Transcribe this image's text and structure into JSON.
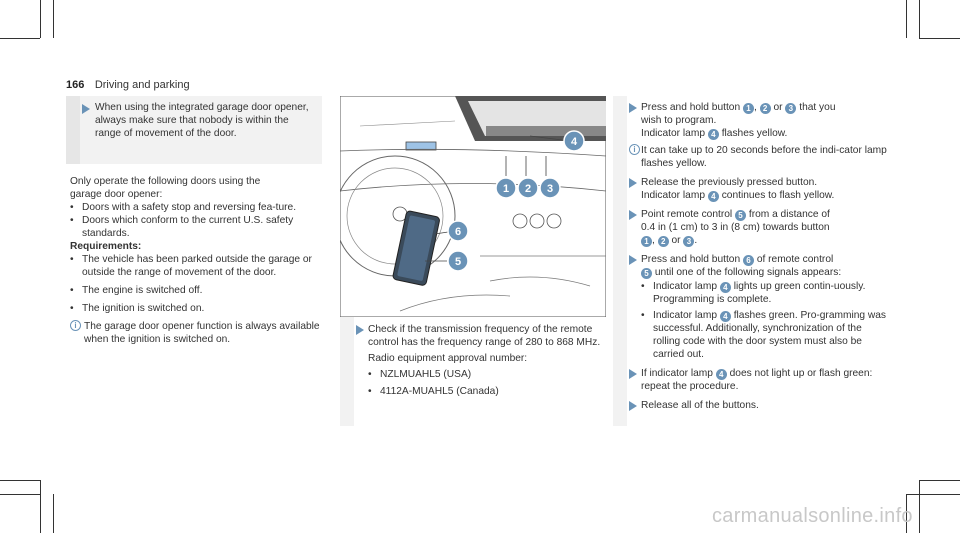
{
  "header": {
    "page_number": "166",
    "section_title": "Driving and parking"
  },
  "col1": {
    "warning_text": "When using the integrated garage door opener, always make sure that nobody is within the range of movement of the door.",
    "intro_line1": "Only operate the following doors using the",
    "intro_line2": "garage door opener:",
    "bullets": [
      "Doors with a safety stop and reversing fea-ture.",
      "Doors which conform to the current U.S. safety standards."
    ],
    "req_heading": "Requirements:",
    "req_bullets": [
      "The vehicle has been parked outside the garage or outside the range of movement of the door.",
      "The engine is switched off.",
      "The ignition is switched on."
    ],
    "note": "The garage door opener function is always available when the ignition is switched on."
  },
  "col2": {
    "step_check": "Check if the transmission frequency of the remote control has the frequency range of 280 to 868 MHz.",
    "radio_label": "Radio equipment approval number:",
    "radio_items": [
      "NZLMUAHL5 (USA)",
      "4112A-MUAHL5 (Canada)"
    ]
  },
  "col3": {
    "s1a": "Press and hold button",
    "s1b": "or",
    "s1c": "that you",
    "s1d": "wish to program.",
    "s1e": "Indicator lamp",
    "s1f": "flashes yellow.",
    "note1": "It can take up to 20 seconds before the indi-cator lamp flashes yellow.",
    "s2a": "Release the previously pressed button.",
    "s2b": "Indicator lamp",
    "s2c": "continues to flash yellow.",
    "s3a": "Point remote control",
    "s3b": "from a distance of",
    "s3c": "0.4 in (1 cm) to 3 in (8 cm) towards button",
    "s3d": "or",
    "s4a": "Press and hold button",
    "s4b": "of remote control",
    "s4c": "until one of the following signals appears:",
    "s4d1": "Indicator lamp",
    "s4d2": "lights up green contin-uously. Programming is complete.",
    "s4e1": "Indicator lamp",
    "s4e2": "flashes green. Pro-gramming was successful. Additionally, synchronization of the rolling code with the door system must also be carried out.",
    "s5a": "If indicator lamp",
    "s5b": "does not light up or flash green: repeat the procedure.",
    "s6": "Release all of the buttons."
  },
  "callouts": {
    "n1": "1",
    "n2": "2",
    "n3": "3",
    "n4": "4",
    "n5": "5",
    "n6": "6"
  },
  "watermark": "carmanualsonline.info",
  "colors": {
    "accent": "#6a93b7",
    "sidebox": "#f2f2f2",
    "text": "#333333"
  }
}
